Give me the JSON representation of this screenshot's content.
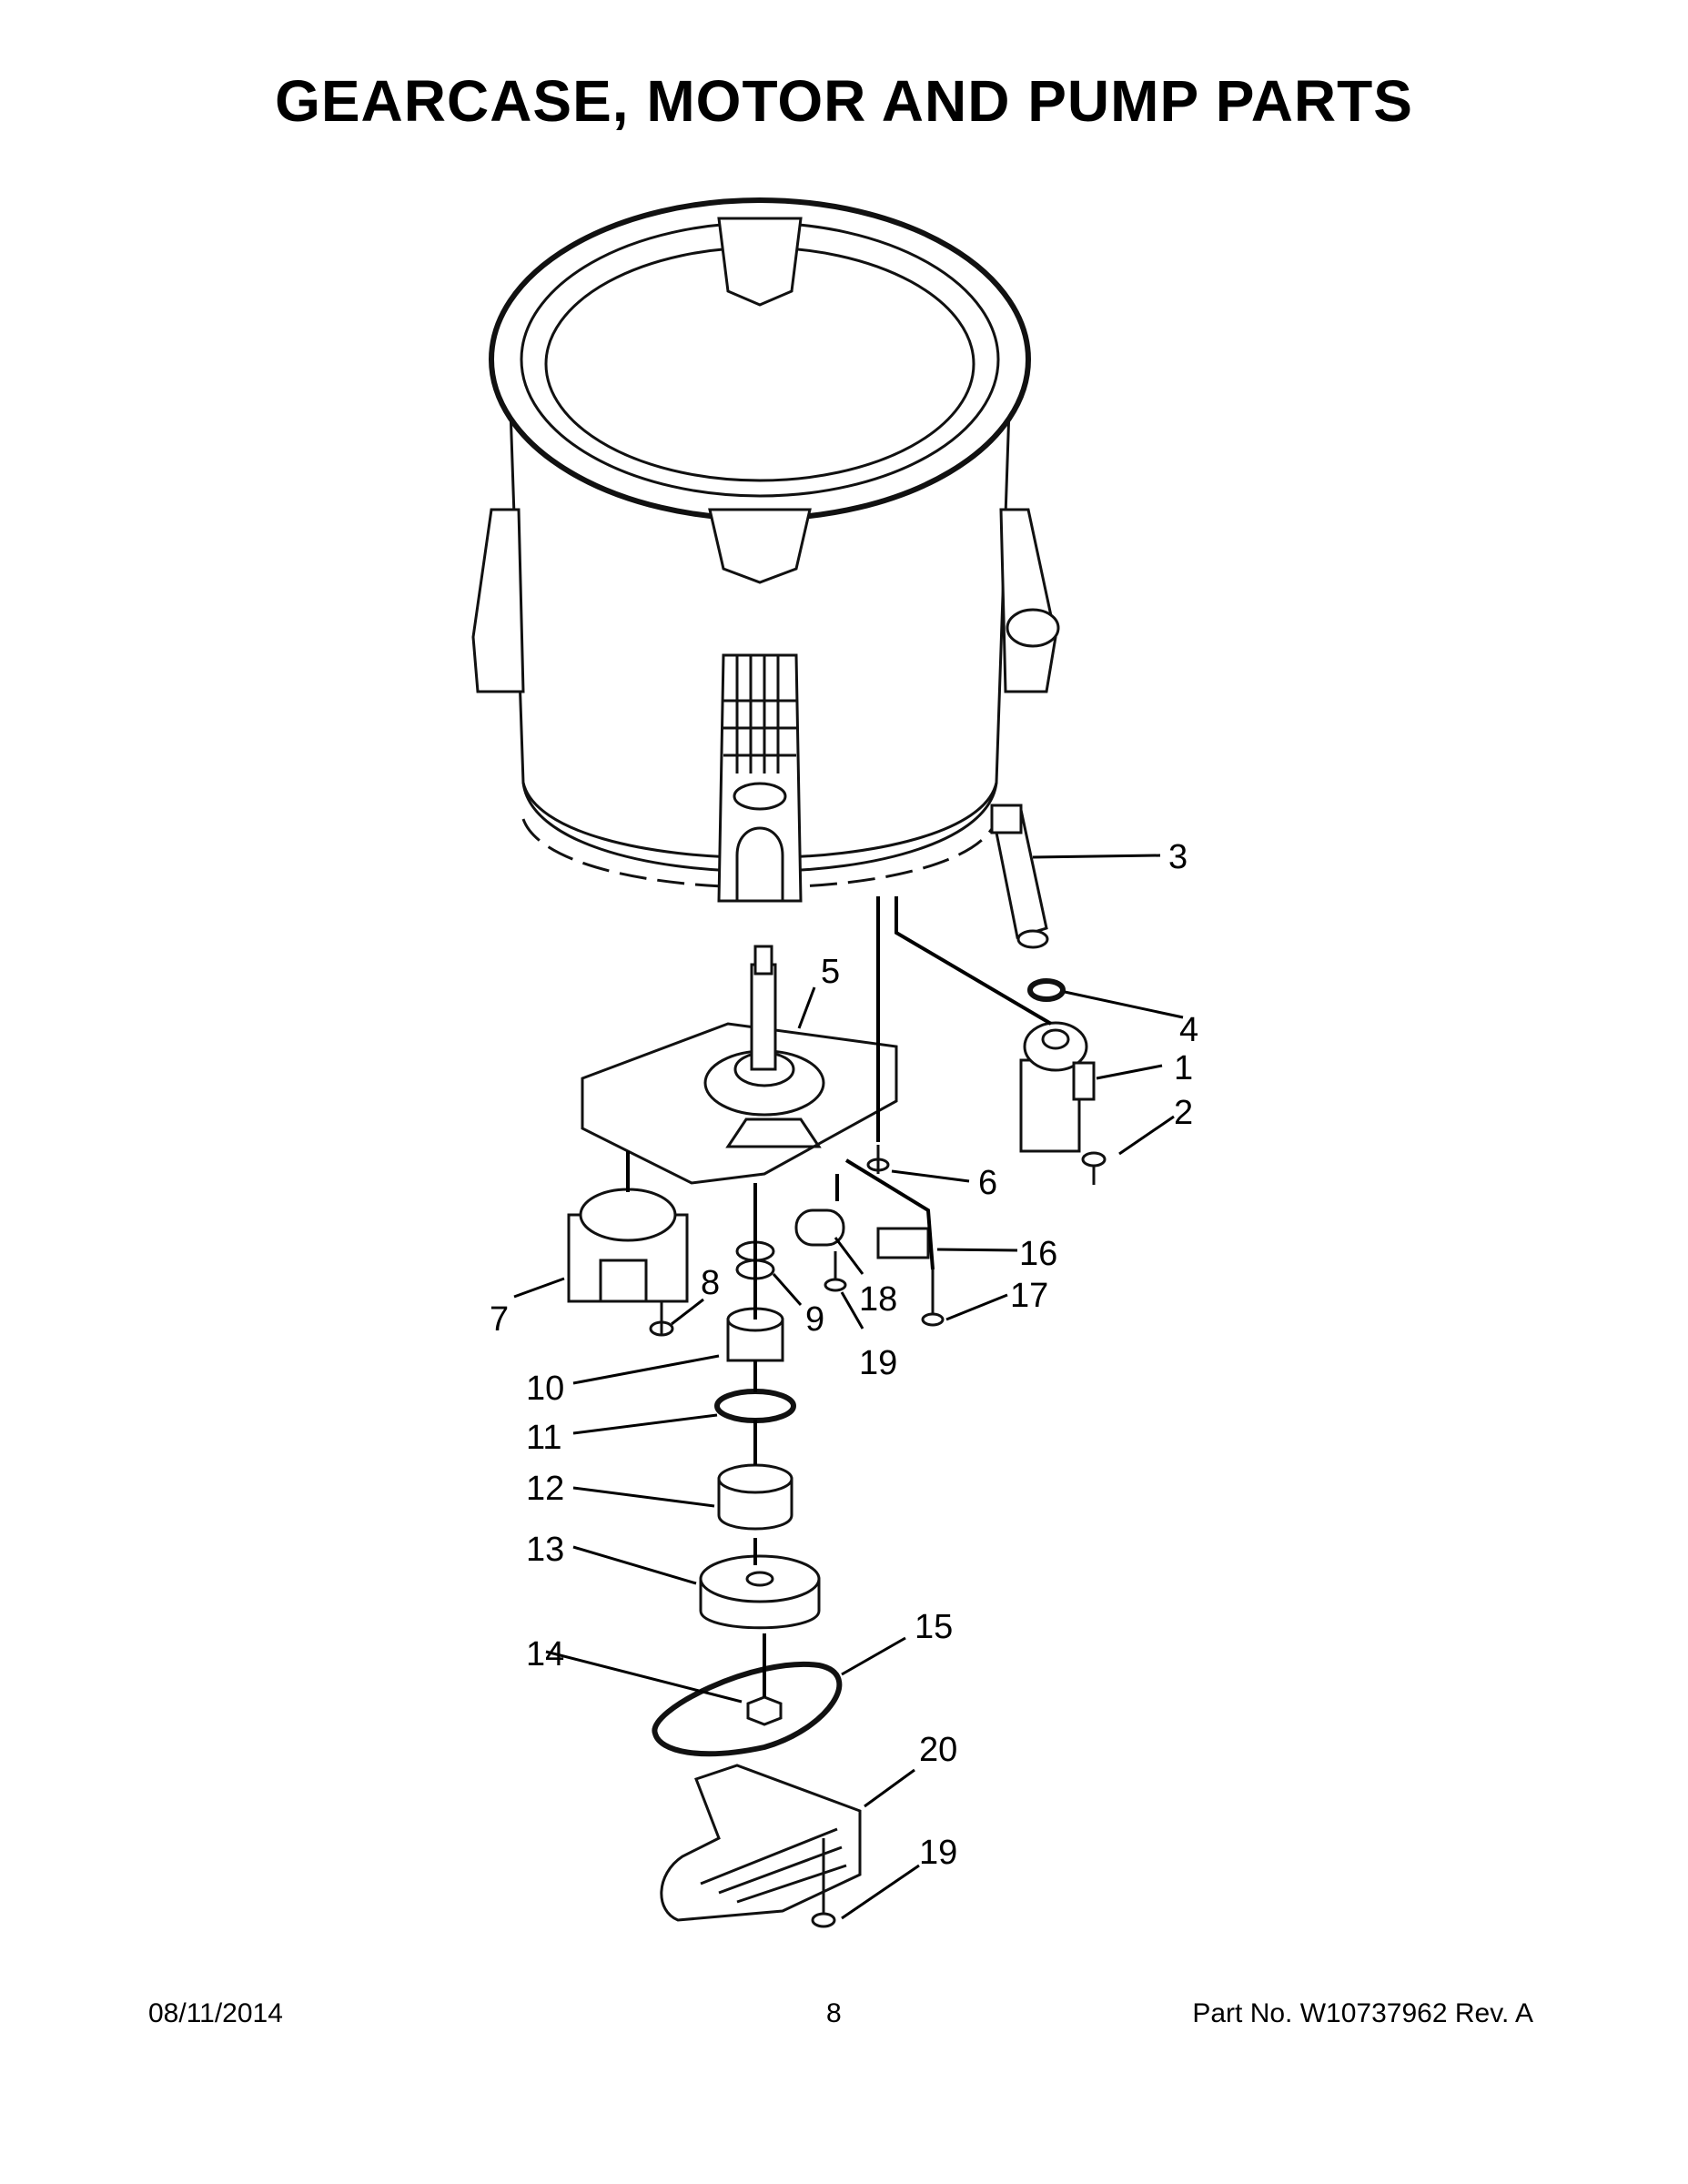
{
  "title": "GEARCASE, MOTOR AND PUMP PARTS",
  "footer": {
    "date": "08/11/2014",
    "page": "8",
    "part_no": "Part No.  W10737962  Rev.  A"
  },
  "callouts": {
    "c1": "1",
    "c2": "2",
    "c3": "3",
    "c4": "4",
    "c5": "5",
    "c6": "6",
    "c7": "7",
    "c8": "8",
    "c9": "9",
    "c10": "10",
    "c11": "11",
    "c12": "12",
    "c13": "13",
    "c14": "14",
    "c15": "15",
    "c16": "16",
    "c17": "17",
    "c18": "18",
    "c19a": "19",
    "c19b": "19",
    "c20": "20"
  }
}
